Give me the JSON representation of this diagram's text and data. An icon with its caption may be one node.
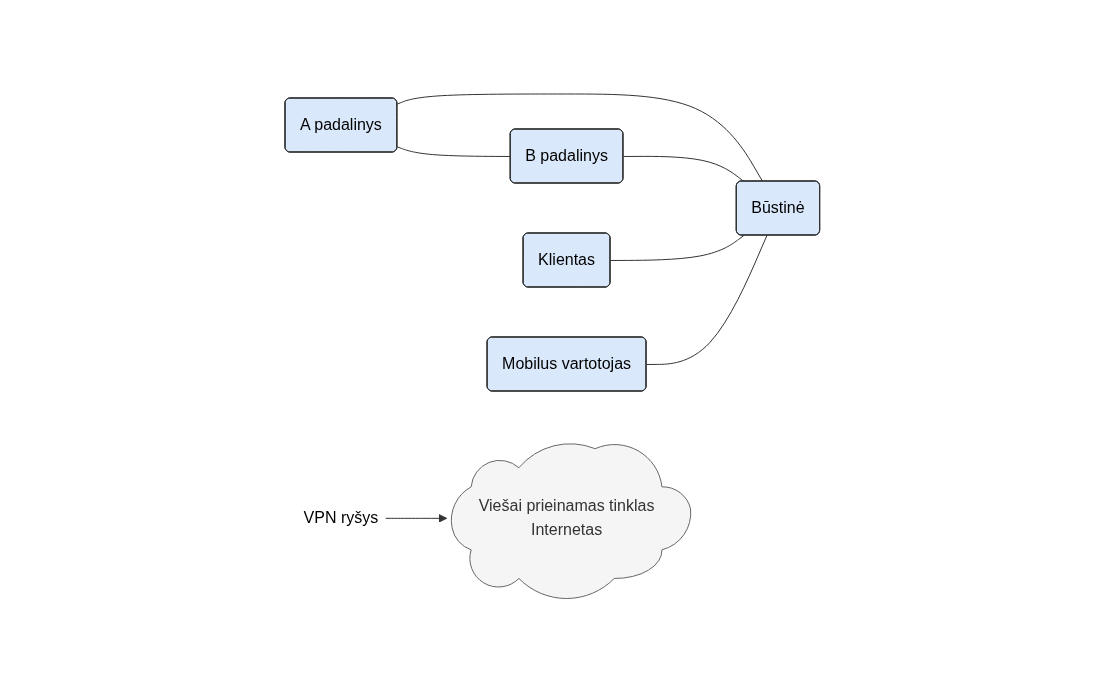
{
  "diagram": {
    "nodes": [
      {
        "text": [
          "A padalinys"
        ]
      },
      {
        "text": [
          "B padalinys"
        ]
      },
      {
        "text": [
          "Viešai prieinamas tinklas",
          "Internetas"
        ]
      },
      {
        "text": [
          "Būstinė"
        ]
      },
      {
        "text": [
          "Klientas"
        ]
      },
      {
        "text": [
          "Mobilus vartotojas"
        ]
      },
      {
        "text": [
          "VPN ryšys"
        ]
      }
    ],
    "edges": [
      {
        "from": 0,
        "to": 3,
        "arrow": "none"
      },
      {
        "from": 0,
        "to": 1,
        "arrow": "none"
      },
      {
        "from": 1,
        "to": 3,
        "arrow": "none"
      },
      {
        "from": 4,
        "to": 3,
        "arrow": "none"
      },
      {
        "from": 5,
        "to": 3,
        "arrow": "none"
      },
      {
        "from": 6,
        "to": 2,
        "arrow": "to"
      }
    ]
  }
}
